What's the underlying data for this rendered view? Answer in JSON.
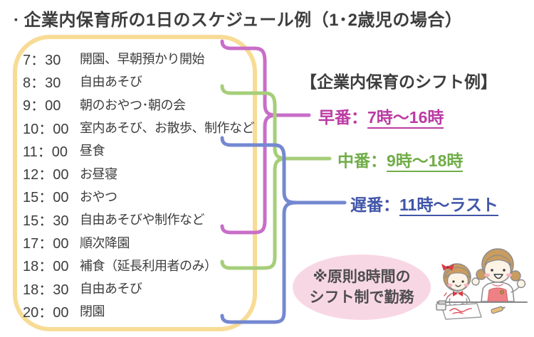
{
  "title": {
    "text": "企業内保育所の1日のスケジュール例（1･2歳児の場合）"
  },
  "icons": {
    "title_bullet": "▪",
    "illustration": "teacher-and-child-drawing"
  },
  "schedule": {
    "rows": [
      {
        "time": "7：30",
        "activity": "開園、早朝預かり開始"
      },
      {
        "time": "8：30",
        "activity": "自由あそび"
      },
      {
        "time": "9：00",
        "activity": "朝のおやつ･朝の会"
      },
      {
        "time": "10：00",
        "activity": "室内あそび、お散歩、制作など"
      },
      {
        "time": "11：00",
        "activity": "昼食"
      },
      {
        "time": "12：00",
        "activity": "お昼寝"
      },
      {
        "time": "15：00",
        "activity": "おやつ"
      },
      {
        "time": "15：30",
        "activity": "自由あそびや制作など"
      },
      {
        "time": "17：00",
        "activity": "順次降園"
      },
      {
        "time": "18：00",
        "activity": "補食（延長利用者のみ）"
      },
      {
        "time": "18：30",
        "activity": "自由あそび"
      },
      {
        "time": "20：00",
        "activity": "閉園"
      }
    ]
  },
  "shifts": {
    "heading": "【企業内保育のシフト例】",
    "items": [
      {
        "name": "早番：",
        "hours": "7時〜16時",
        "text_color": "#bb3ba3",
        "line_color": "#c86ec8"
      },
      {
        "name": "中番：",
        "hours": "9時〜18時",
        "text_color": "#71ad49",
        "line_color": "#a6ce7a"
      },
      {
        "name": "遅番：",
        "hours": "11時〜ラスト",
        "text_color": "#4055a8",
        "line_color": "#7488d1"
      }
    ]
  },
  "note": {
    "line1": "※原則8時間の",
    "line2": "シフト制で勤務",
    "bg_color": "#f8d7e4",
    "text_color": "#4d4d4d"
  },
  "colors": {
    "schedule_border": "#f8dc96",
    "text": "#3d3d3d",
    "background": "#ffffff"
  }
}
